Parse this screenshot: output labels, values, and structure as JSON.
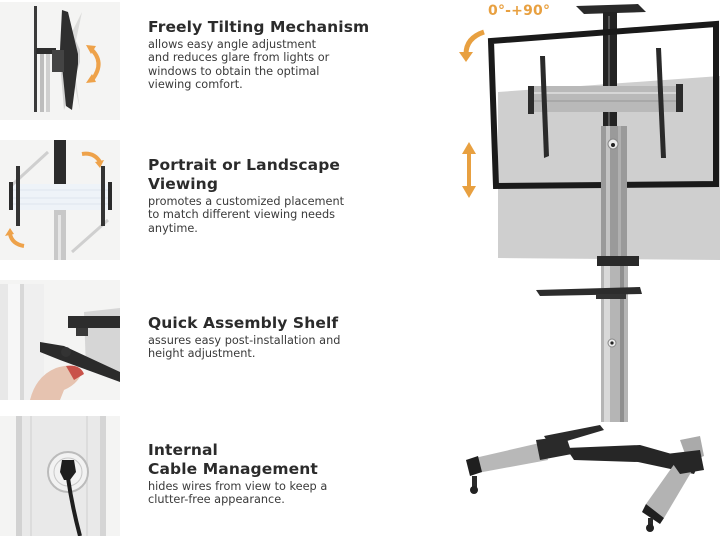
{
  "features": [
    {
      "title": "Freely Tilting Mechanism",
      "description": "allows easy angle adjustment and reduces glare from lights or windows to obtain the optimal viewing comfort.",
      "description_lines": [
        "allows easy angle adjustment",
        "and reduces glare from lights or",
        "windows to obtain the optimal",
        "viewing comfort."
      ],
      "icon": "tilt-mechanism-image"
    },
    {
      "title": "Portrait or Landscape Viewing",
      "title_lines": [
        "Portrait or Landscape",
        "Viewing"
      ],
      "description": "promotes a customized placement to match different viewing needs anytime.",
      "description_lines": [
        "promotes a customized placement",
        "to match different viewing needs",
        "anytime."
      ],
      "icon": "rotation-image"
    },
    {
      "title": "Quick Assembly Shelf",
      "description": "assures easy post-installation and height adjustment.",
      "description_lines": [
        "assures easy post-installation and",
        "height adjustment."
      ],
      "icon": "shelf-assembly-image"
    },
    {
      "title": "Internal Cable Management",
      "title_lines": [
        "Internal",
        "Cable Management"
      ],
      "description": "hides wires from view to keep a clutter-free appearance.",
      "description_lines": [
        "hides wires from view to keep a",
        "clutter-free appearance."
      ],
      "icon": "cable-management-image"
    }
  ],
  "product": {
    "rotation_label": "0°-+90°",
    "accent_color": "#e8a040",
    "frame_color": "#1a1a1a"
  }
}
